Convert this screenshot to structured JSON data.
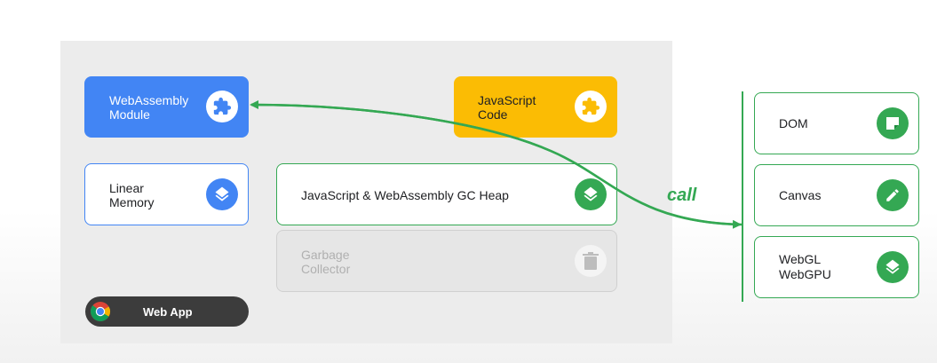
{
  "wasm_module": {
    "label": "WebAssembly\nModule",
    "icon": "puzzle-icon",
    "color": "#4285f4"
  },
  "js_code": {
    "label": "JavaScript\nCode",
    "icon": "puzzle-icon",
    "color": "#fbbc04"
  },
  "linear_memory": {
    "label": "Linear\nMemory",
    "icon": "layers-icon",
    "color": "#4285f4"
  },
  "gc_heap": {
    "label": "JavaScript & WebAssembly GC Heap",
    "icon": "layers-icon",
    "color": "#34a853"
  },
  "garbage_collector": {
    "label": "Garbage\nCollector",
    "icon": "trash-icon"
  },
  "web_app": {
    "label": "Web App",
    "icon": "chrome-icon"
  },
  "call_label": "call",
  "apis": [
    {
      "label": "DOM",
      "icon": "note-icon"
    },
    {
      "label": "Canvas",
      "icon": "pencil-icon"
    },
    {
      "label": "WebGL\nWebGPU",
      "icon": "layers-icon"
    }
  ],
  "accent_color": "#34a853"
}
